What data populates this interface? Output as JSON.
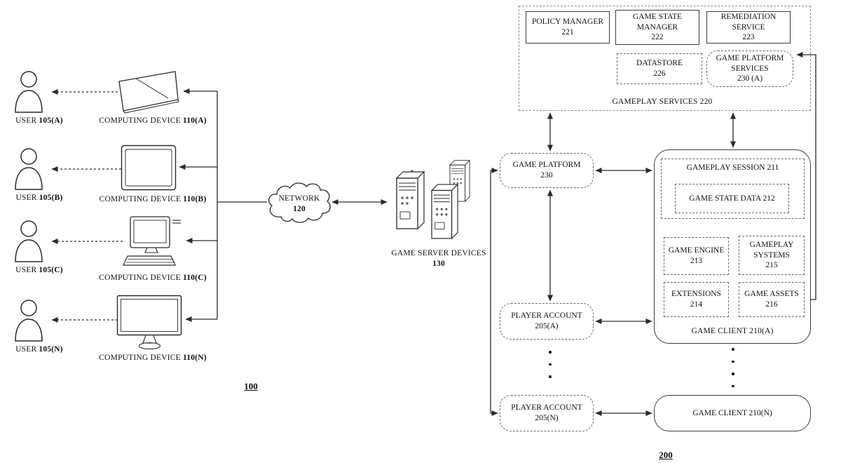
{
  "fig_left": {
    "label": "100",
    "users": [
      {
        "prefix": "USER",
        "ref": "105(A)"
      },
      {
        "prefix": "USER",
        "ref": "105(B)"
      },
      {
        "prefix": "USER",
        "ref": "105(C)"
      },
      {
        "prefix": "USER",
        "ref": "105(N)"
      }
    ],
    "devices": [
      {
        "prefix": "COMPUTING DEVICE",
        "ref": "110(A)"
      },
      {
        "prefix": "COMPUTING DEVICE",
        "ref": "110(B)"
      },
      {
        "prefix": "COMPUTING DEVICE",
        "ref": "110(C)"
      },
      {
        "prefix": "COMPUTING DEVICE",
        "ref": "110(N)"
      }
    ],
    "network": {
      "name": "NETWORK",
      "ref": "120"
    },
    "servers": {
      "name": "GAME SERVER DEVICES",
      "ref": "130"
    }
  },
  "fig_right": {
    "label": "200",
    "gameplay_services": {
      "caption": "GAMEPLAY SERVICES 220",
      "policy_manager": "POLICY MANAGER\n221",
      "game_state_manager": "GAME STATE\nMANAGER\n222",
      "remediation_service": "REMEDIATION\nSERVICE\n223",
      "datastore": "DATASTORE\n226",
      "game_platform_services": "GAME PLATFORM\nSERVICES\n230 (A)"
    },
    "game_platform": "GAME PLATFORM\n230",
    "player_account_a": "PLAYER ACCOUNT\n205(A)",
    "player_account_n": "PLAYER ACCOUNT\n205(N)",
    "game_client_a": {
      "caption": "GAME CLIENT 210(A)",
      "gameplay_session": "GAMEPLAY SESSION 211",
      "game_state_data": "GAME STATE DATA 212",
      "game_engine": "GAME ENGINE\n213",
      "gameplay_systems": "GAMEPLAY\nSYSTEMS\n215",
      "extensions": "EXTENSIONS\n214",
      "game_assets": "GAME ASSETS\n216"
    },
    "game_client_n": "GAME CLIENT 210(N)"
  }
}
